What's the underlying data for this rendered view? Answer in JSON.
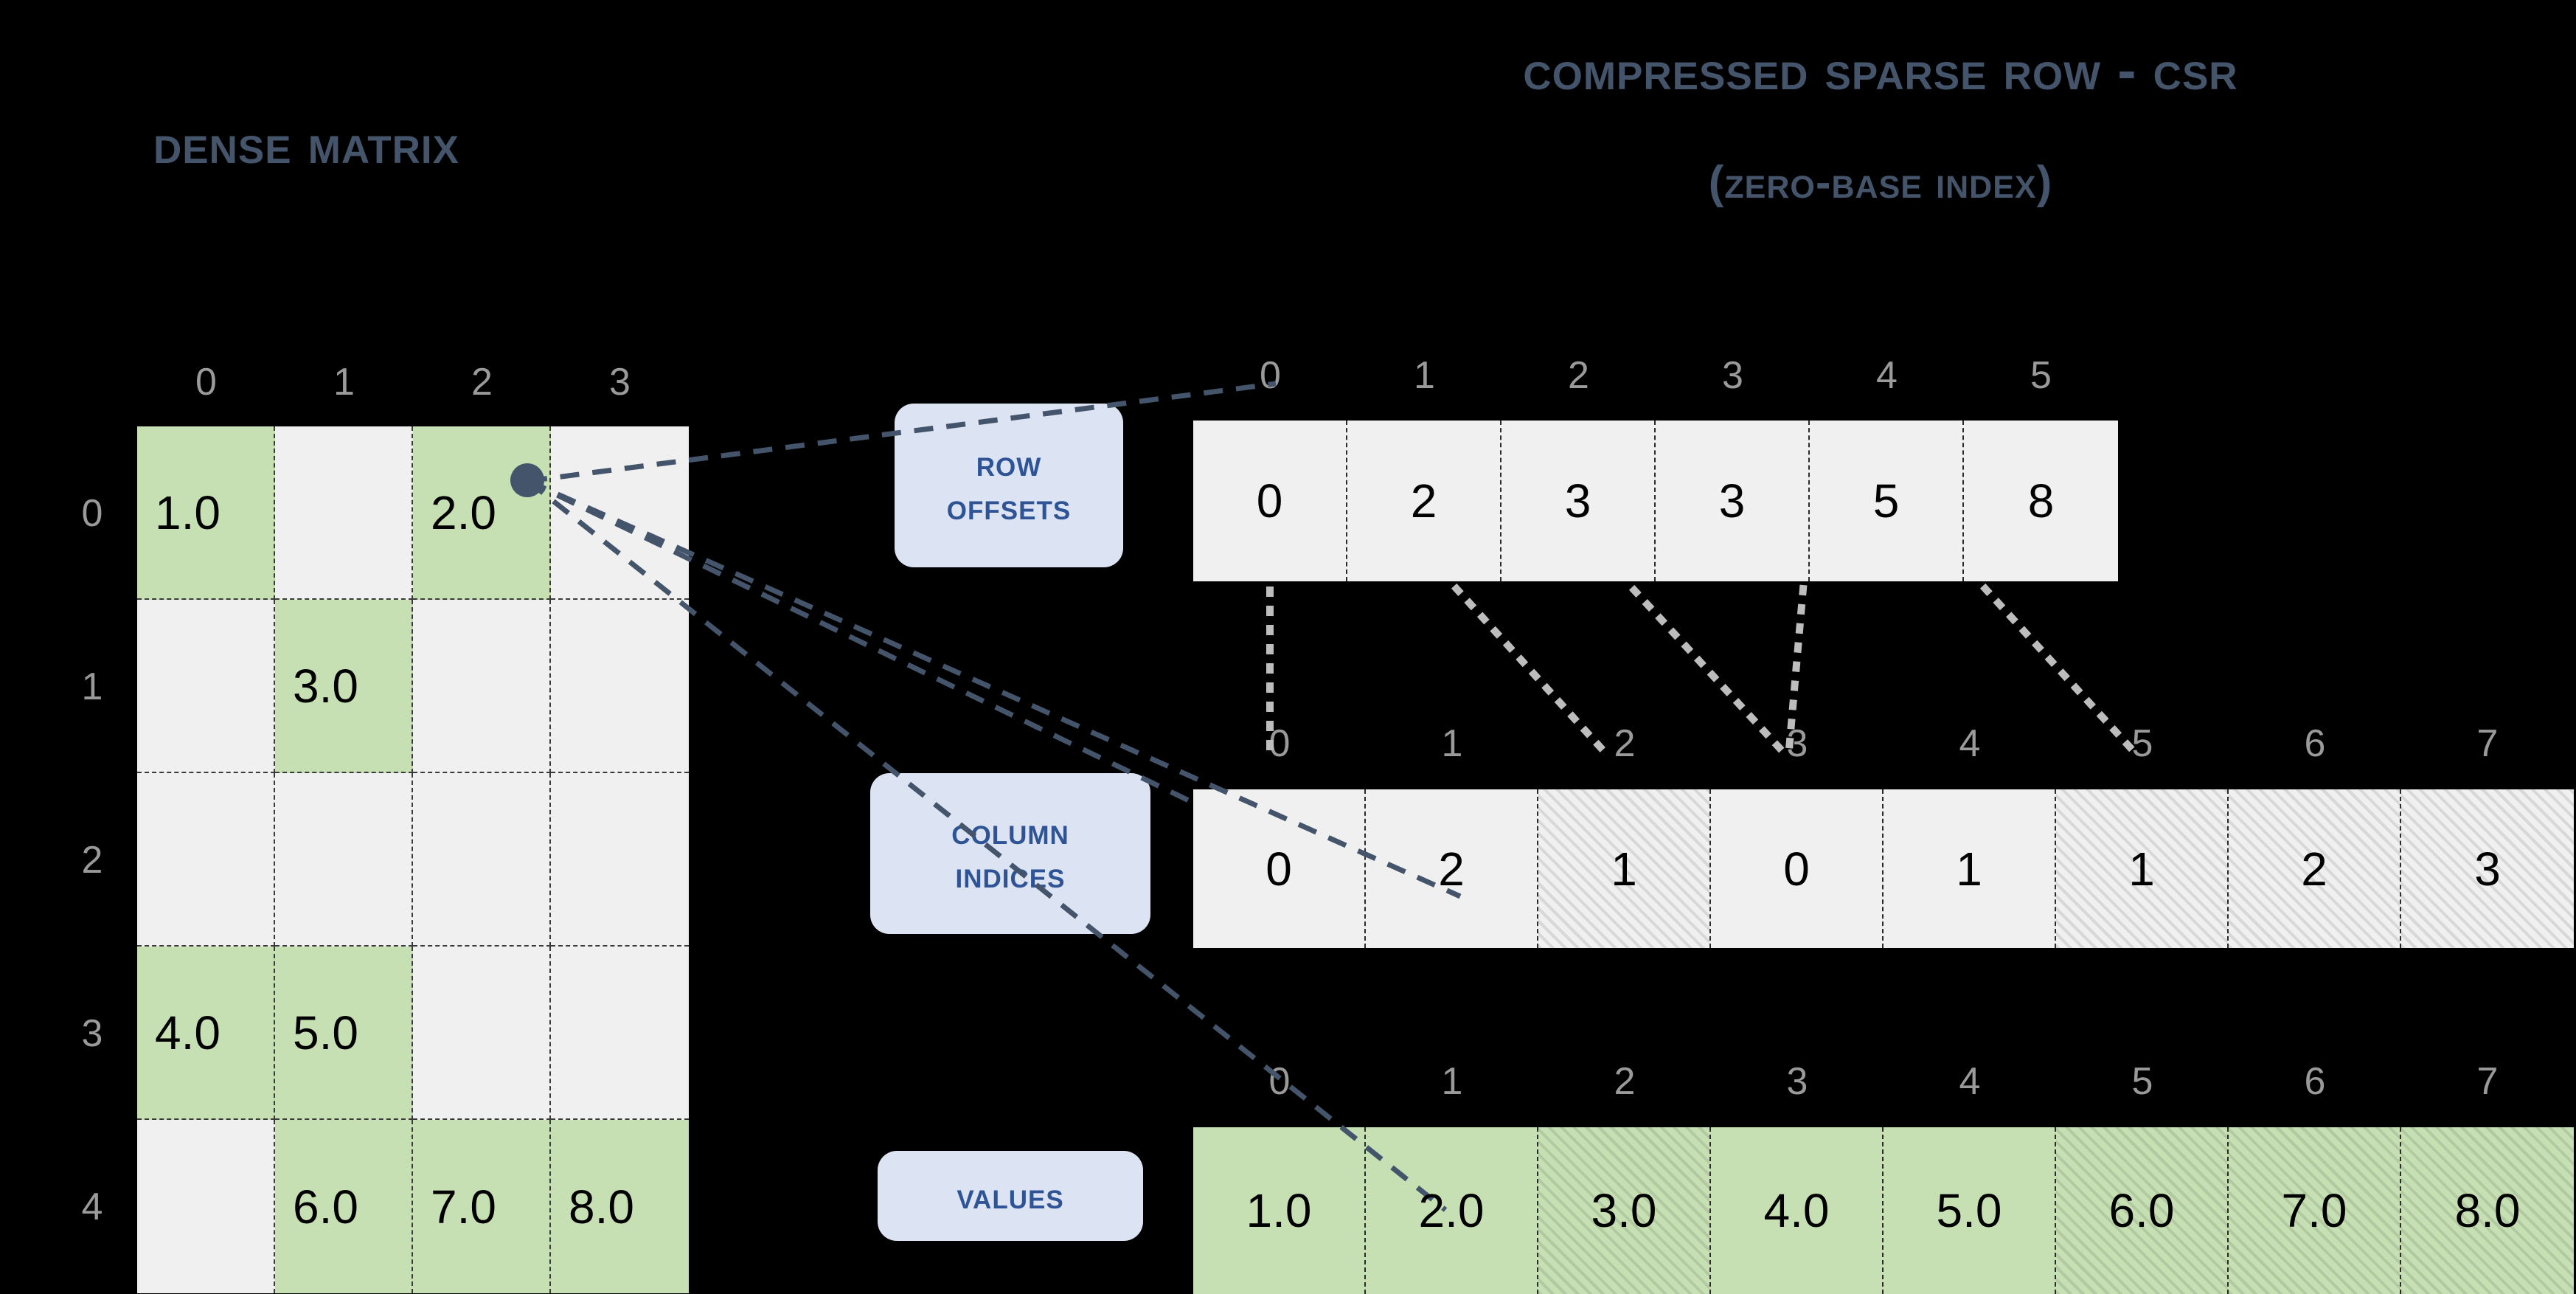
{
  "titles": {
    "dense": "Dense Matrix",
    "csr": "Compressed Sparse Row - CSR",
    "csr_sub": "(zero-base index)"
  },
  "labels": {
    "row_offsets_line1": "Row",
    "row_offsets_line2": "Offsets",
    "column_indices_line1": "Column",
    "column_indices_line2": "Indices",
    "values": "Values"
  },
  "colors": {
    "background": "#000000",
    "title": "#44546a",
    "cell_empty": "#f0f0f0",
    "cell_value": "#c6e0b4",
    "pill_bg": "#dce3f2",
    "pill_text": "#2f5496",
    "index_text": "#9a9a9a",
    "leader_line": "#44546a",
    "connector_line": "#bdbdbd",
    "marker_dot": "#44546a"
  },
  "matrix": {
    "col_headers": [
      "0",
      "1",
      "2",
      "3"
    ],
    "row_headers": [
      "0",
      "1",
      "2",
      "3",
      "4"
    ],
    "rows": [
      [
        "1.0",
        "",
        "2.0",
        ""
      ],
      [
        "",
        "3.0",
        "",
        ""
      ],
      [
        "",
        "",
        "",
        ""
      ],
      [
        "4.0",
        "5.0",
        "",
        ""
      ],
      [
        "",
        "6.0",
        "7.0",
        "8.0"
      ]
    ]
  },
  "row_offsets": {
    "indices": [
      "0",
      "1",
      "2",
      "3",
      "4",
      "5"
    ],
    "values": [
      "0",
      "2",
      "3",
      "3",
      "5",
      "8"
    ],
    "hatched": [
      false,
      false,
      false,
      false,
      false,
      false
    ]
  },
  "column_indices": {
    "indices": [
      "0",
      "1",
      "2",
      "3",
      "4",
      "5",
      "6",
      "7"
    ],
    "values": [
      "0",
      "2",
      "1",
      "0",
      "1",
      "1",
      "2",
      "3"
    ],
    "hatched": [
      false,
      false,
      true,
      false,
      false,
      true,
      true,
      true
    ]
  },
  "values_array": {
    "indices": [
      "0",
      "1",
      "2",
      "3",
      "4",
      "5",
      "6",
      "7"
    ],
    "values": [
      "1.0",
      "2.0",
      "3.0",
      "4.0",
      "5.0",
      "6.0",
      "7.0",
      "8.0"
    ],
    "hatched": [
      false,
      false,
      true,
      false,
      false,
      true,
      true,
      true
    ]
  }
}
